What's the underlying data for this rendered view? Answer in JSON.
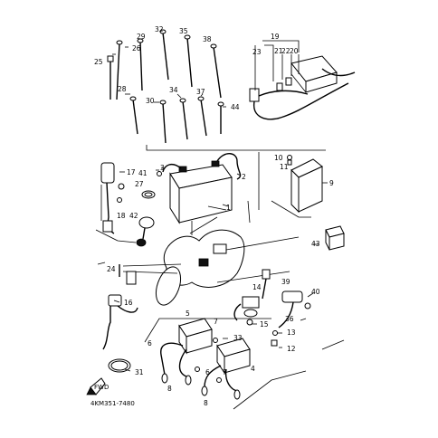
{
  "diagram": {
    "drawing_code": "4KM351-7480",
    "fwd_label": "FWD",
    "callouts": [
      "1",
      "2",
      "3",
      "4",
      "5",
      "6",
      "7",
      "8",
      "9",
      "10",
      "11",
      "12",
      "13",
      "14",
      "15",
      "16",
      "17",
      "18",
      "19",
      "20",
      "21",
      "22",
      "23",
      "24",
      "25",
      "26",
      "27",
      "28",
      "29",
      "30",
      "31",
      "32",
      "33",
      "34",
      "35",
      "36",
      "37",
      "38",
      "39",
      "40",
      "41",
      "42",
      "43",
      "44"
    ]
  }
}
